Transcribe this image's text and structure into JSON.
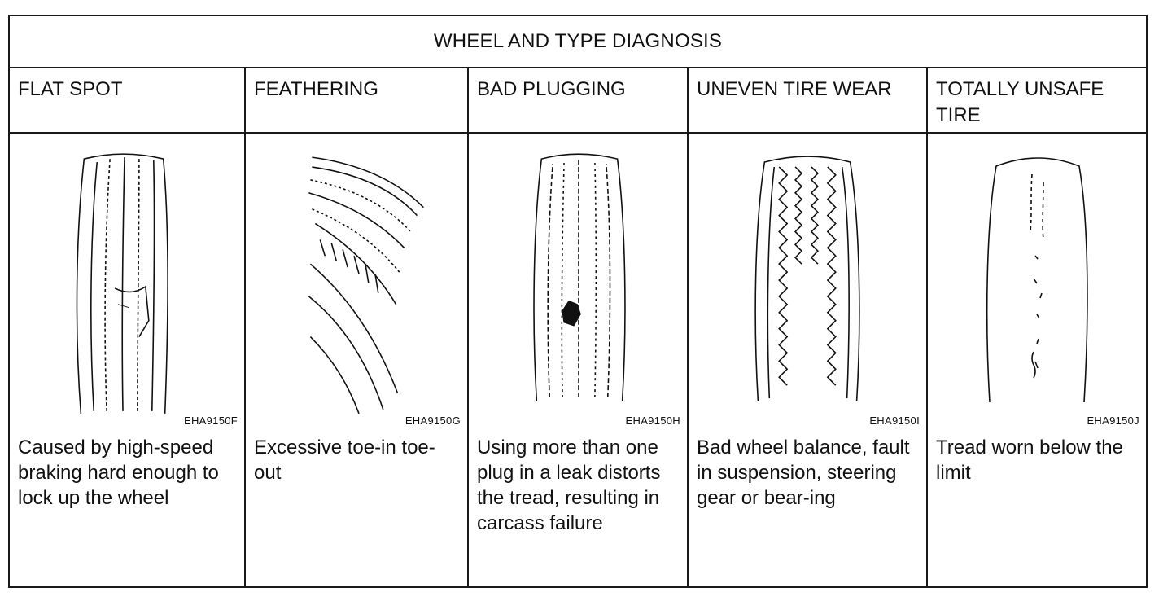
{
  "title": "WHEEL AND TYPE DIAGNOSIS",
  "columns": [
    {
      "heading": "FLAT SPOT",
      "figure_icon": "flat-spot-tire-icon",
      "code": "EHA9150F",
      "description": "Caused by high-speed braking hard enough to lock up the wheel"
    },
    {
      "heading": "FEATHERING",
      "figure_icon": "feathering-tire-icon",
      "code": "EHA9150G",
      "description": "Excessive toe-in toe-out"
    },
    {
      "heading": "BAD PLUGGING",
      "figure_icon": "bad-plugging-tire-icon",
      "code": "EHA9150H",
      "description": "Using more than one plug in a leak distorts the tread, resulting in carcass failure"
    },
    {
      "heading": "UNEVEN TIRE WEAR",
      "figure_icon": "uneven-wear-tire-icon",
      "code": "EHA9150I",
      "description": "Bad wheel balance, fault in suspension, steering gear or bear-ing"
    },
    {
      "heading": "TOTALLY UNSAFE TIRE",
      "figure_icon": "unsafe-tire-icon",
      "code": "EHA9150J",
      "description": "Tread worn below the limit"
    }
  ]
}
